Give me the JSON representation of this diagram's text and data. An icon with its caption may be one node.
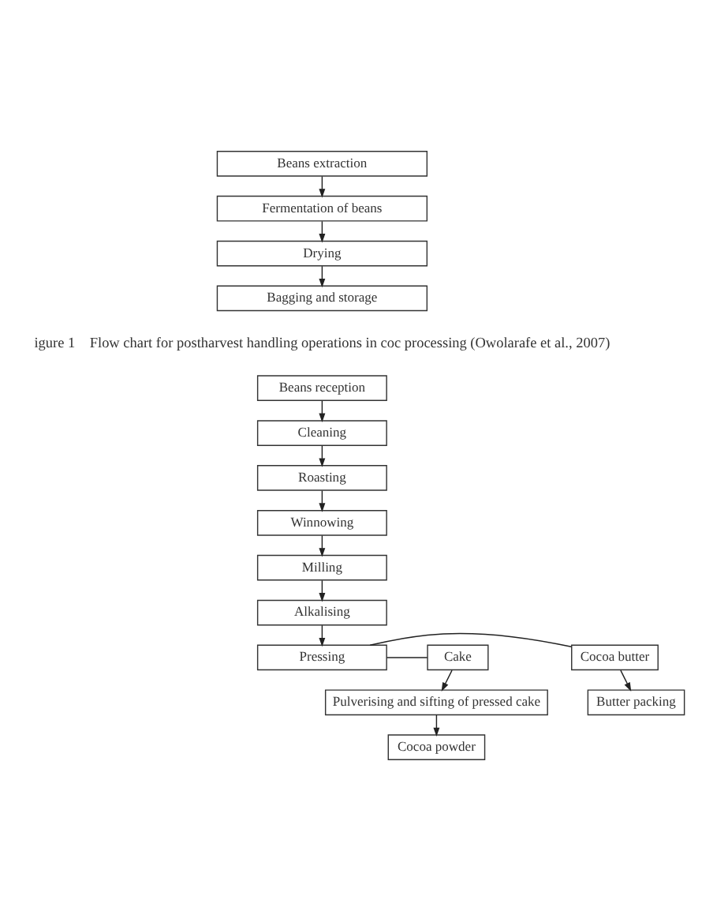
{
  "diagram": {
    "nodes": [
      {
        "text": [
          "Beans extraction"
        ]
      },
      {
        "text": [
          "Fermentation of beans"
        ]
      },
      {
        "text": [
          "Drying"
        ]
      },
      {
        "text": [
          "Bagging and storage"
        ]
      },
      {
        "text": [
          "Beans reception"
        ]
      },
      {
        "text": [
          "Cleaning"
        ]
      },
      {
        "text": [
          "Roasting"
        ]
      },
      {
        "text": [
          "Winnowing"
        ]
      },
      {
        "text": [
          "Milling"
        ]
      },
      {
        "text": [
          "Alkalising"
        ]
      },
      {
        "text": [
          "Cocoa butter"
        ]
      },
      {
        "text": [
          "Pressing"
        ]
      },
      {
        "text": [
          "Cake"
        ]
      },
      {
        "text": [
          "Butter packing"
        ]
      },
      {
        "text": [
          "Pulverising and sifting of pressed cake"
        ]
      },
      {
        "text": [
          "Cocoa powder"
        ]
      }
    ],
    "edges": [
      {
        "from": 0,
        "to": 1,
        "arrow": "to"
      },
      {
        "from": 1,
        "to": 2,
        "arrow": "to"
      },
      {
        "from": 2,
        "to": 3,
        "arrow": "to"
      },
      {
        "from": 4,
        "to": 5,
        "arrow": "to"
      },
      {
        "from": 5,
        "to": 6,
        "arrow": "to"
      },
      {
        "from": 6,
        "to": 7,
        "arrow": "to"
      },
      {
        "from": 7,
        "to": 8,
        "arrow": "to"
      },
      {
        "from": 8,
        "to": 9,
        "arrow": "to"
      },
      {
        "from": 9,
        "to": 11,
        "arrow": "to"
      },
      {
        "from": 11,
        "to": 10,
        "arrow": "none"
      },
      {
        "from": 11,
        "to": 12,
        "arrow": "none"
      },
      {
        "from": 10,
        "to": 13,
        "arrow": "to"
      },
      {
        "from": 12,
        "to": 14,
        "arrow": "to"
      },
      {
        "from": 14,
        "to": 15,
        "arrow": "to"
      }
    ],
    "labels": [
      "igure 1    Flow chart for postharvest handling operations in coc processing (Owolarafe et al., 2007)"
    ]
  }
}
